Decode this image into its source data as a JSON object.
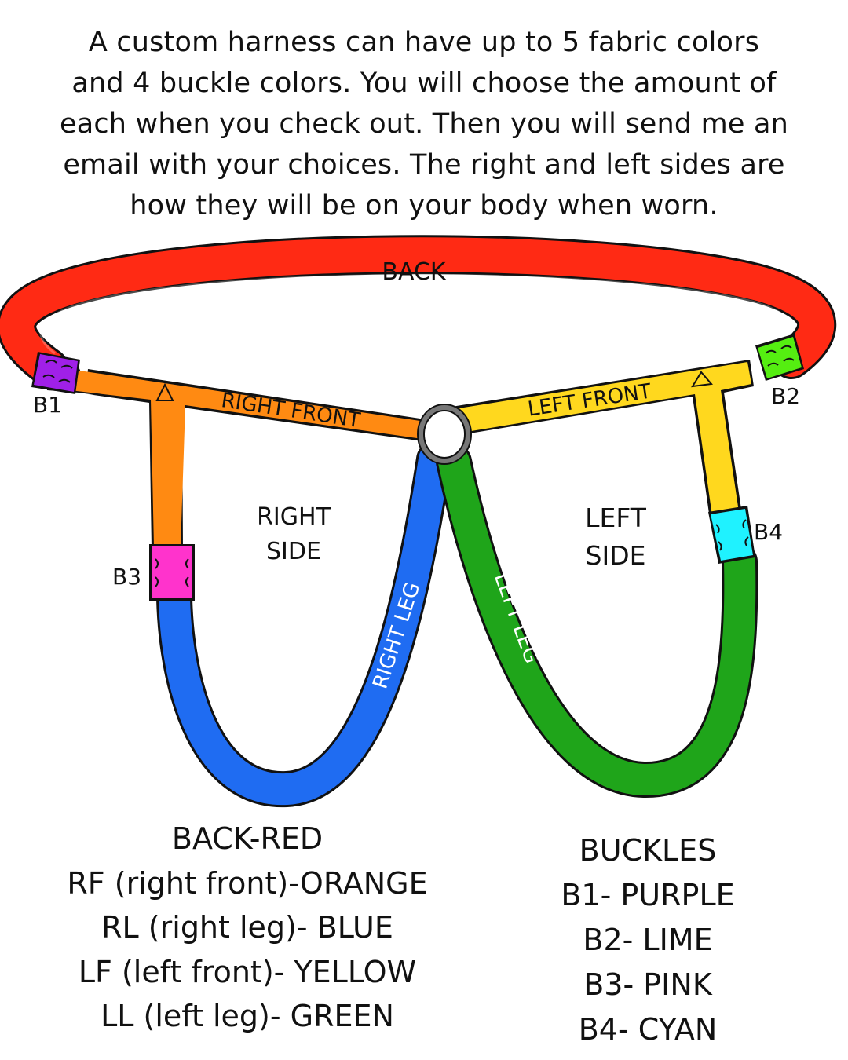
{
  "intro": {
    "lines": [
      "A custom harness can have up to 5 fabric colors",
      "and 4 buckle colors. You will choose the amount of",
      "each when you check out. Then you will send me an",
      "email with your choices. The right and left sides are",
      "how they will be on your body when worn."
    ]
  },
  "diagram": {
    "straps": {
      "back": {
        "label": "BACK",
        "color": "#ff2a14"
      },
      "right_front": {
        "label": "RIGHT FRONT",
        "color": "#ff8a12"
      },
      "left_front": {
        "label": "LEFT FRONT",
        "color": "#ffd81e"
      },
      "right_leg": {
        "label": "RIGHT LEG",
        "color": "#1f6cf2"
      },
      "left_leg": {
        "label": "LEFT LEG",
        "color": "#1fa51a"
      }
    },
    "buckles": {
      "b1": {
        "label": "B1",
        "color": "#a020e8"
      },
      "b2": {
        "label": "B2",
        "color": "#55ee11"
      },
      "b3": {
        "label": "B3",
        "color": "#ff33cc"
      },
      "b4": {
        "label": "B4",
        "color": "#1ff2ff"
      }
    },
    "sides": {
      "right": [
        "RIGHT",
        "SIDE"
      ],
      "left": [
        "LEFT",
        "SIDE"
      ]
    },
    "ring_color": "#777777"
  },
  "legend": {
    "fabric": [
      "BACK-RED",
      "RF (right front)-ORANGE",
      "RL (right leg)- BLUE",
      "LF (left front)- YELLOW",
      "LL (left leg)- GREEN"
    ],
    "buckles_title": "BUCKLES",
    "buckles": [
      "B1- PURPLE",
      "B2- LIME",
      "B3- PINK",
      "B4- CYAN"
    ]
  }
}
